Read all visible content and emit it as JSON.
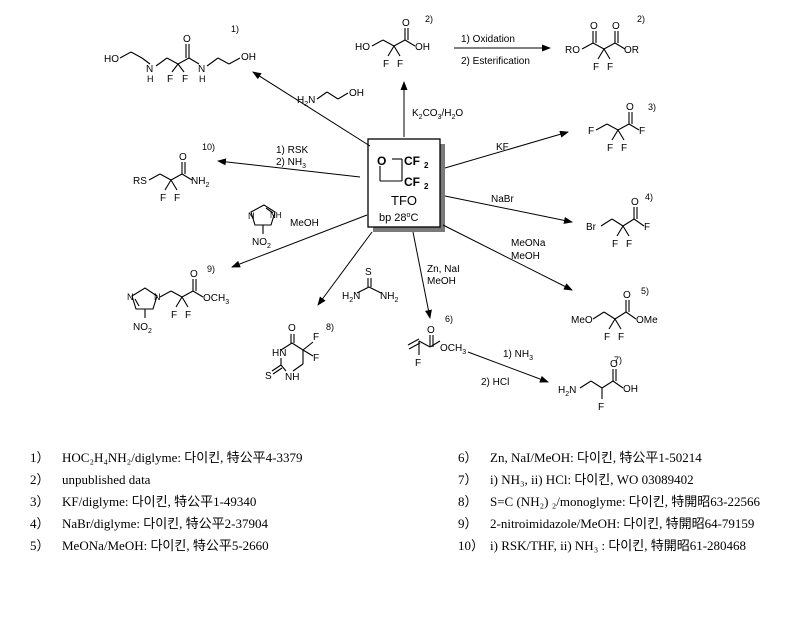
{
  "center": {
    "atom_o": "O",
    "atom_cf2_top": "CF",
    "atom_cf2_bottom": "CF",
    "sub_2": "2",
    "name": "TFO",
    "bp_prefix": "bp 28",
    "bp_sup": "o",
    "bp_suffix": "C"
  },
  "reagents": {
    "r1": "H",
    "r1b": "N",
    "r1c": "OH",
    "r2": "K",
    "r2b": "CO",
    "r2c": "/H",
    "r2d": "O",
    "r2_sub": "2",
    "r2_sub2": "3",
    "r2_sub3": "2",
    "ox1": "1) Oxidation",
    "ox2": "2) Esterification",
    "kf": "KF",
    "nabr": "NaBr",
    "meona1": "MeONa",
    "meona2": "MeOH",
    "zn1": "Zn, NaI",
    "zn2": "MeOH",
    "nh3_1": "1) NH",
    "hcl": "2) HCl",
    "rsk1": "1) RSK",
    "rsk2": "2) NH",
    "meoh": "MeOH",
    "sub3": "3",
    "thiourea_s": "S",
    "thiourea_h2n": "H",
    "thiourea_nh2": "NH",
    "imid_n": "N",
    "imid_nh": "NH",
    "no2": "NO"
  },
  "products": {
    "p1": {
      "note": "1)",
      "ho_left": "HO",
      "n1": "N",
      "h1": "H",
      "o": "O",
      "f1": "F",
      "f2": "F",
      "n2": "N",
      "h2": "H",
      "oh": "OH"
    },
    "p2a": {
      "note": "2)",
      "ho": "HO",
      "o": "O",
      "oh": "OH",
      "f1": "F",
      "f2": "F"
    },
    "p2b": {
      "note": "2)",
      "ro": "RO",
      "o1": "O",
      "o2": "O",
      "or": "OR",
      "f1": "F",
      "f2": "F"
    },
    "p3": {
      "note": "3)",
      "f_left": "F",
      "o": "O",
      "f_right": "F",
      "f1": "F",
      "f2": "F"
    },
    "p4": {
      "note": "4)",
      "br": "Br",
      "o": "O",
      "f": "F",
      "f1": "F",
      "f2": "F"
    },
    "p5": {
      "note": "5)",
      "meo": "MeO",
      "o": "O",
      "ome": "OMe",
      "f1": "F",
      "f2": "F"
    },
    "p6": {
      "note": "6)",
      "o": "O",
      "och3": "OCH",
      "f": "F"
    },
    "p7": {
      "note": "7)",
      "h2n": "H",
      "n": "N",
      "o": "O",
      "oh": "OH",
      "f": "F"
    },
    "p8": {
      "note": "8)",
      "o": "O",
      "f1": "F",
      "f2": "F",
      "hn": "HN",
      "nh": "NH",
      "s": "S"
    },
    "p9": {
      "note": "9)",
      "n1": "N",
      "n2": "N",
      "o": "O",
      "och3": "OCH",
      "f1": "F",
      "f2": "F",
      "no2": "NO"
    },
    "p10": {
      "note": "10)",
      "rs": "RS",
      "o": "O",
      "nh2": "NH",
      "f1": "F",
      "f2": "F"
    }
  },
  "references_left": [
    {
      "num": "1）",
      "text": "HOC₂H₄NH₂/diglyme: 다이킨, 特公平4-3379"
    },
    {
      "num": "2）",
      "text": "unpublished data"
    },
    {
      "num": "3）",
      "text": "KF/diglyme: 다이킨, 特公平1-49340"
    },
    {
      "num": "4）",
      "text": "NaBr/diglyme: 다이킨, 特公平2-37904"
    },
    {
      "num": "5）",
      "text": "MeONa/MeOH: 다이킨, 特公平5-2660"
    }
  ],
  "references_right": [
    {
      "num": "6）",
      "text": "Zn, NaI/MeOH: 다이킨, 特公平1-50214"
    },
    {
      "num": "7）",
      "text": "i) NH₃, ii) HCl: 다이킨, WO 03089402"
    },
    {
      "num": "8）",
      "text": "S=C (NH₂) ₂/monoglyme: 다이킨, 特開昭63-22566"
    },
    {
      "num": "9）",
      "text": "2-nitroimidazole/MeOH: 다이킨, 特開昭64-79159"
    },
    {
      "num": "10）",
      "text": "i) RSK/THF, ii) NH₃ : 다이킨, 特開昭61-280468"
    }
  ]
}
